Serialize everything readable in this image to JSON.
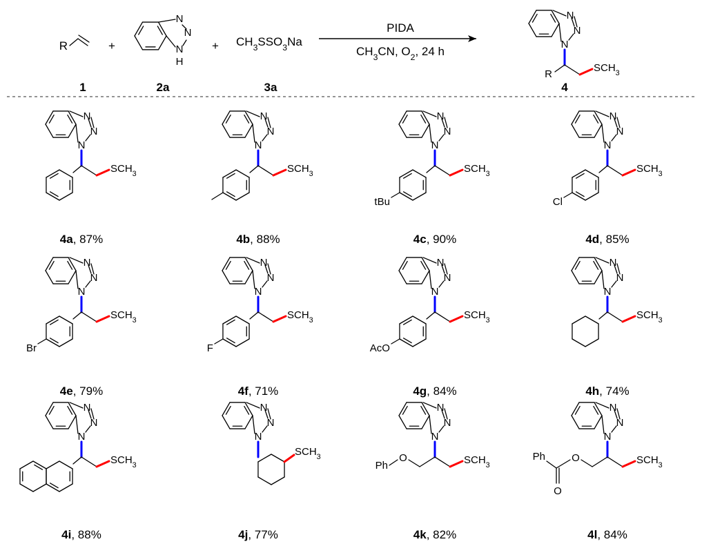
{
  "scheme": {
    "reactants": [
      {
        "id": "reactant-alkene",
        "group": "R",
        "label": "1"
      },
      {
        "id": "reactant-benzotriazole",
        "label": "2a",
        "atoms": [
          "N",
          "N",
          "N",
          "H"
        ]
      },
      {
        "id": "reactant-sulfur-salt",
        "formula": "CH₃SSO₃Na",
        "label": "3a"
      }
    ],
    "plus_sign": "+",
    "reagent_above": "PIDA",
    "conditions_below": "CH₃CN,  O₂, 24 h",
    "product": {
      "group": "R",
      "thio": "SCH₃",
      "label": "4"
    }
  },
  "substituent_text": {
    "tBu": "tBu",
    "Cl": "Cl",
    "Br": "Br",
    "F": "F",
    "AcO": "AcO",
    "Ph": "Ph",
    "O": "O"
  },
  "products": [
    {
      "id": "4a",
      "yield": "87%",
      "R": "phenyl"
    },
    {
      "id": "4b",
      "yield": "88%",
      "R": "4-methylphenyl"
    },
    {
      "id": "4c",
      "yield": "90%",
      "R": "4-tert-butylphenyl"
    },
    {
      "id": "4d",
      "yield": "85%",
      "R": "4-chlorophenyl"
    },
    {
      "id": "4e",
      "yield": "79%",
      "R": "4-bromophenyl"
    },
    {
      "id": "4f",
      "yield": "71%",
      "R": "4-fluorophenyl"
    },
    {
      "id": "4g",
      "yield": "84%",
      "R": "4-acetoxyphenyl"
    },
    {
      "id": "4h",
      "yield": "74%",
      "R": "cyclohexyl"
    },
    {
      "id": "4i",
      "yield": "88%",
      "R": "2-naphthyl"
    },
    {
      "id": "4j",
      "yield": "77%",
      "R": "cyclohexane"
    },
    {
      "id": "4k",
      "yield": "82%",
      "R": "phenoxymethyl"
    },
    {
      "id": "4l",
      "yield": "84%",
      "R": "benzoyloxymethyl"
    }
  ],
  "colors": {
    "ink": "#000000",
    "cn_bond": "#0000ff",
    "cs_bond": "#ff0000",
    "divider": "#555555"
  }
}
